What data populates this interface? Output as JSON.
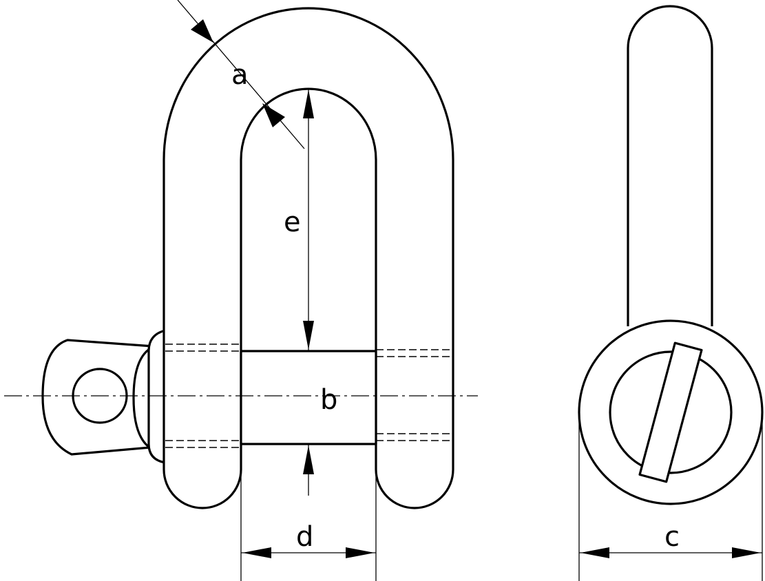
{
  "diagram": {
    "labels": {
      "a": "a",
      "b": "b",
      "c": "c",
      "d": "d",
      "e": "e"
    },
    "colors": {
      "stroke": "#000000",
      "background": "#ffffff"
    }
  }
}
